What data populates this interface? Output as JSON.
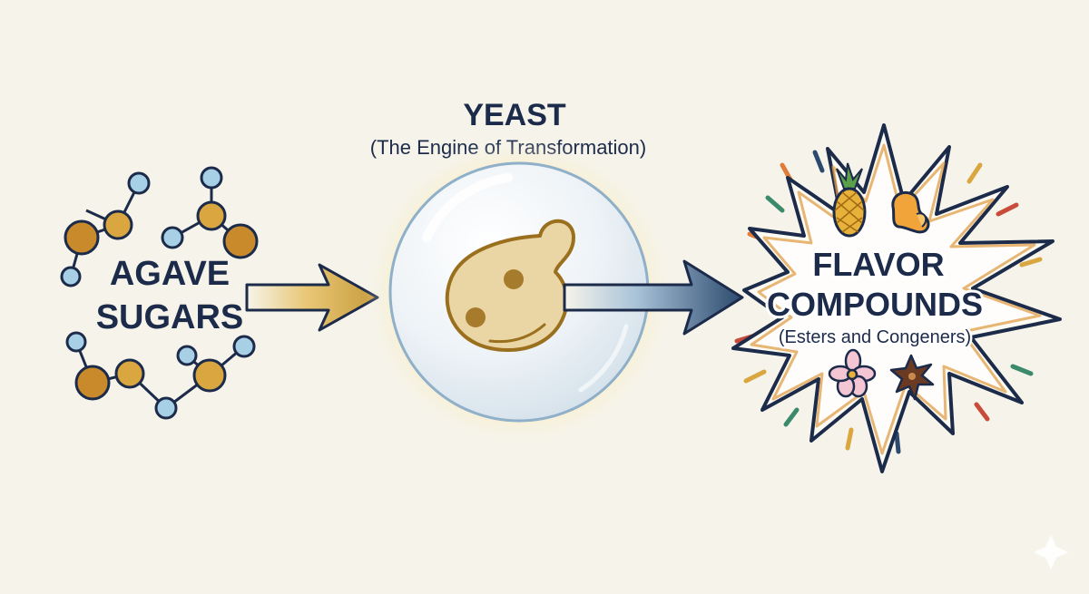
{
  "left": {
    "line1": "AGAVE",
    "line2": "SUGARS"
  },
  "center": {
    "title": "YEAST",
    "subtitle": "(The Engine of Transformation)"
  },
  "right": {
    "line1": "FLAVOR",
    "line2": "COMPOUNDS",
    "subtitle": "(Esters and Congeners)"
  },
  "icons": [
    "pineapple-icon",
    "orange-peel-icon",
    "flower-icon",
    "star-anise-icon"
  ],
  "colors": {
    "background": "#f6f4ea",
    "navy": "#1c2b4a",
    "gold": "#c89a3a",
    "amber": "#d9a640",
    "molecule_blue": "#a7cfe6",
    "yeast": "#ead6a4"
  }
}
